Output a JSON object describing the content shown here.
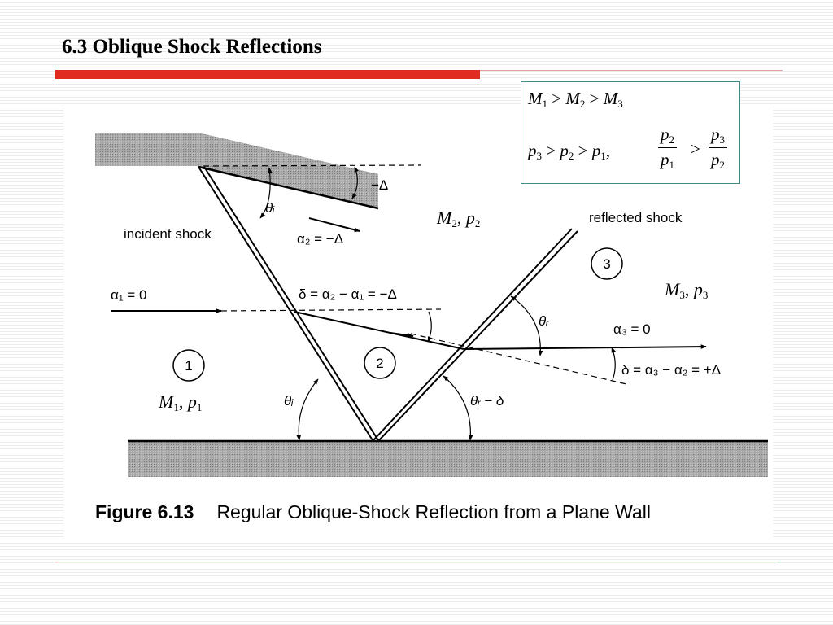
{
  "slide": {
    "title": "6.3 Oblique Shock Reflections"
  },
  "colors": {
    "accent_red": "#e02b20",
    "box_border": "#3f8a89",
    "wall_gray": "#9a9a9a"
  },
  "equations": {
    "mach_order": {
      "M1": "M",
      "s1": "1",
      "gt1": ">",
      "M2": "M",
      "s2": "2",
      "gt2": ">",
      "M3": "M",
      "s3": "3"
    },
    "pressure_order": {
      "p3": "p",
      "s3": "3",
      "gt1": ">",
      "p2": "p",
      "s2": "2",
      "gt2": ">",
      "p1": "p",
      "s1": "1",
      "comma": ","
    },
    "ratio_left": {
      "num": "p",
      "num_sub": "2",
      "den": "p",
      "den_sub": "1"
    },
    "ratio_gt": ">",
    "ratio_right": {
      "num": "p",
      "num_sub": "3",
      "den": "p",
      "den_sub": "2"
    }
  },
  "figure": {
    "labels": {
      "incident_shock": "incident shock",
      "reflected_shock": "reflected shock",
      "alpha1": "α₁ = 0",
      "alpha2": "α₂ = −Δ",
      "alpha3": "α₃ = 0",
      "minus_delta": "−Δ",
      "delta_incident": "δ = α₂ − α₁ = −Δ",
      "delta_reflected": "δ = α₃ − α₂ = +Δ",
      "theta_i": "θᵢ",
      "theta_r": "θᵣ",
      "theta_r_minus_delta": "θᵣ − δ",
      "region1": "1",
      "region2": "2",
      "region3": "3"
    },
    "states": {
      "region1": {
        "M": "M",
        "M_sub": "1",
        "sep": ",",
        "p": "p",
        "p_sub": "1"
      },
      "region2": {
        "M": "M",
        "M_sub": "2",
        "sep": ",",
        "p": "p",
        "p_sub": "2"
      },
      "region3": {
        "M": "M",
        "M_sub": "3",
        "sep": ",",
        "p": "p",
        "p_sub": "3"
      }
    },
    "caption": {
      "number": "Figure 6.13",
      "text": "Regular Oblique-Shock Reflection from a Plane Wall"
    }
  }
}
